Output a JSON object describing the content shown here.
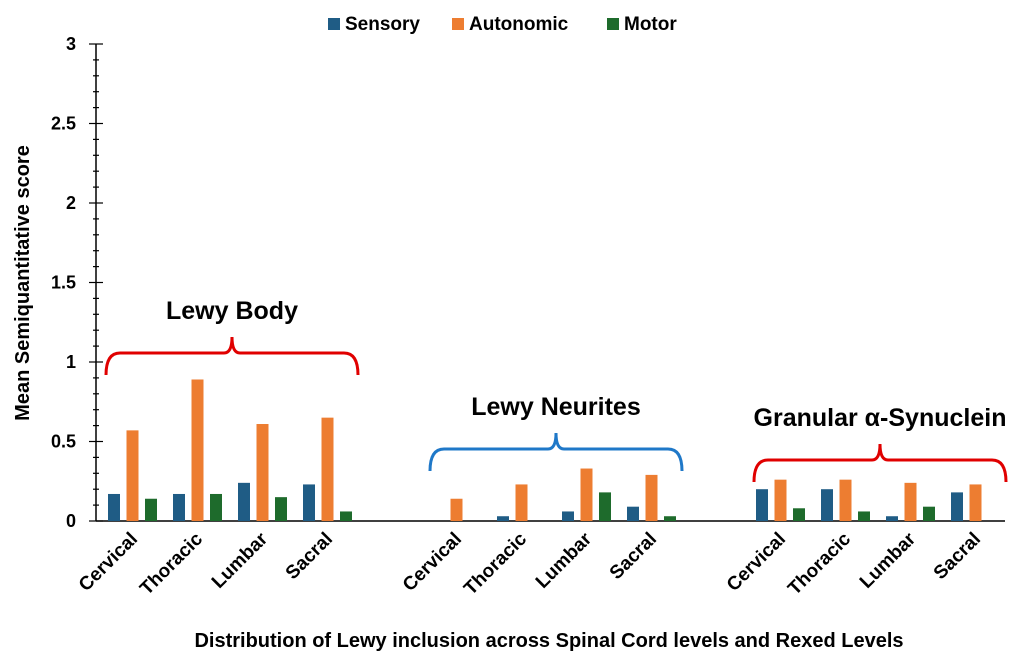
{
  "chart_data": {
    "type": "bar",
    "xlabel": "Distribution of Lewy inclusion across Spinal Cord levels and Rexed Levels",
    "ylabel": "Mean Semiquantitative score",
    "ylim": [
      0,
      3
    ],
    "yticks": [
      "0",
      "0.5",
      "1",
      "1.5",
      "2",
      "2.5",
      "3"
    ],
    "grid": false,
    "legend_position": "top-center",
    "series_names": [
      "Sensory",
      "Autonomic",
      "Motor"
    ],
    "series_colors": [
      "#1f5c85",
      "#ed7d31",
      "#1e6b2c"
    ],
    "groups": [
      {
        "label": "Lewy Body",
        "brace_color": "#e00000",
        "categories": [
          "Cervical",
          "Thoracic",
          "Lumbar",
          "Sacral"
        ],
        "series": [
          {
            "name": "Sensory",
            "values": [
              0.17,
              0.17,
              0.24,
              0.23
            ]
          },
          {
            "name": "Autonomic",
            "values": [
              0.57,
              0.89,
              0.61,
              0.65
            ]
          },
          {
            "name": "Motor",
            "values": [
              0.14,
              0.17,
              0.15,
              0.06
            ]
          }
        ]
      },
      {
        "label": "Lewy Neurites",
        "brace_color": "#1f78c8",
        "categories": [
          "Cervical",
          "Thoracic",
          "Lumbar",
          "Sacral"
        ],
        "series": [
          {
            "name": "Sensory",
            "values": [
              0,
              0.03,
              0.06,
              0.09
            ]
          },
          {
            "name": "Autonomic",
            "values": [
              0.14,
              0.23,
              0.33,
              0.29
            ]
          },
          {
            "name": "Motor",
            "values": [
              0,
              0,
              0.18,
              0.03
            ]
          }
        ]
      },
      {
        "label": "Granular α-Synuclein",
        "brace_color": "#e00000",
        "categories": [
          "Cervical",
          "Thoracic",
          "Lumbar",
          "Sacral"
        ],
        "series": [
          {
            "name": "Sensory",
            "values": [
              0.2,
              0.2,
              0.03,
              0.18
            ]
          },
          {
            "name": "Autonomic",
            "values": [
              0.26,
              0.26,
              0.24,
              0.23
            ]
          },
          {
            "name": "Motor",
            "values": [
              0.08,
              0.06,
              0.09,
              0
            ]
          }
        ]
      }
    ]
  }
}
